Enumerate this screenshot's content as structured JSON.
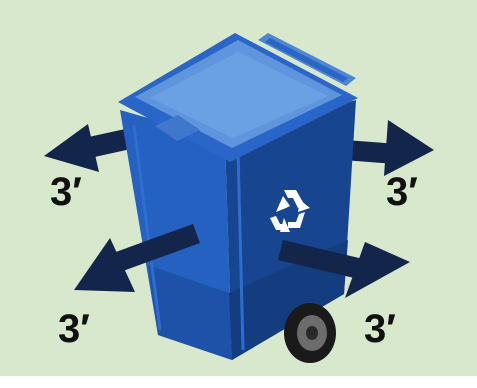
{
  "diagram": {
    "background_color": "#d7e8cd",
    "bin_color": "#1f56b0",
    "lid_color": "#5e95dc",
    "arrow_color": "#13254a",
    "icon": "recycle-icon",
    "labels": {
      "top_left": "3′",
      "top_right": "3′",
      "bottom_left": "3′",
      "bottom_right": "3′"
    }
  }
}
